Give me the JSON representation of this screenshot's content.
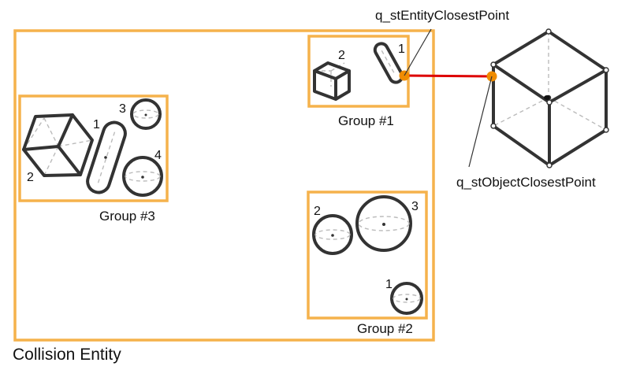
{
  "colors": {
    "frame": "#F5B24C",
    "stroke": "#333333",
    "hidden": "#BBBBBB",
    "link": "#DD0000",
    "point": "#F08C00"
  },
  "entity": {
    "label": "Collision Entity"
  },
  "groups": [
    {
      "label": "Group #1",
      "items": [
        "1",
        "2"
      ]
    },
    {
      "label": "Group #2",
      "items": [
        "1",
        "2",
        "3"
      ]
    },
    {
      "label": "Group #3",
      "items": [
        "1",
        "2",
        "3",
        "4"
      ]
    }
  ],
  "annotations": {
    "entity_point": "q_stEntityClosestPoint",
    "object_point": "q_stObjectClosestPoint"
  }
}
